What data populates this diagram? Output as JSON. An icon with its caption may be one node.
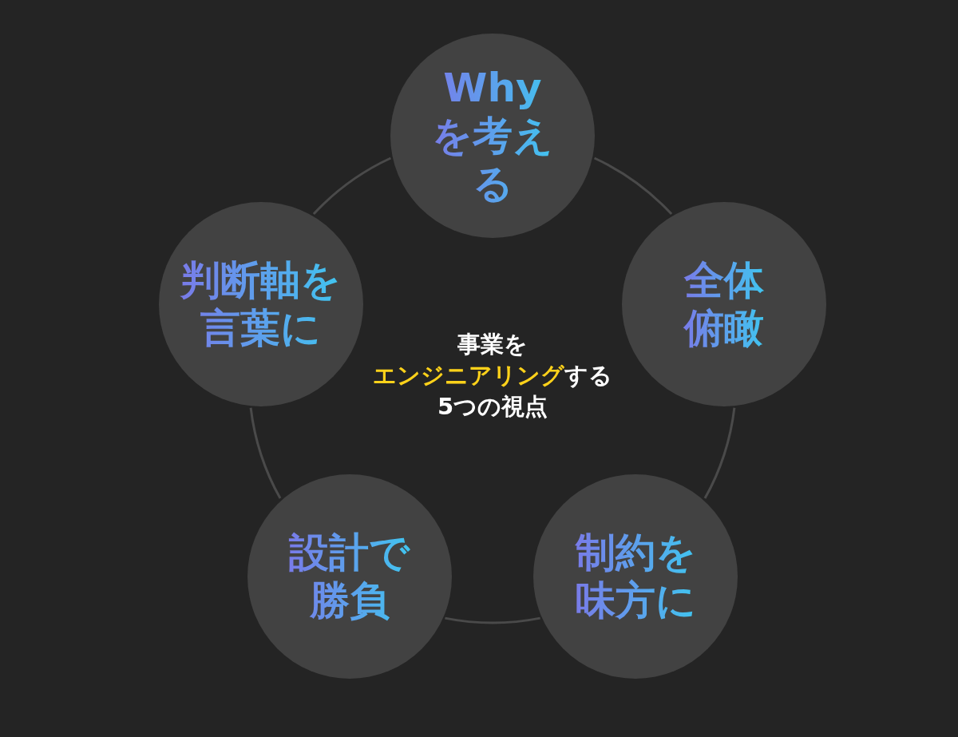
{
  "diagram": {
    "nodes": [
      {
        "text": [
          "Whyを考える"
        ]
      },
      {
        "text": [
          "全体俯瞰"
        ]
      },
      {
        "text": [
          "制約を味方に"
        ]
      },
      {
        "text": [
          "設計で勝負"
        ]
      },
      {
        "text": [
          "判断軸を言葉に"
        ]
      }
    ],
    "edges": [
      {
        "from": 0,
        "to": 1,
        "arrow": "none"
      },
      {
        "from": 1,
        "to": 2,
        "arrow": "none"
      },
      {
        "from": 2,
        "to": 3,
        "arrow": "none"
      },
      {
        "from": 3,
        "to": 4,
        "arrow": "none"
      },
      {
        "from": 4,
        "to": 0,
        "arrow": "none"
      }
    ],
    "labels": [
      "事業を",
      "**エンジニアリング**する",
      "5つの視点"
    ]
  }
}
